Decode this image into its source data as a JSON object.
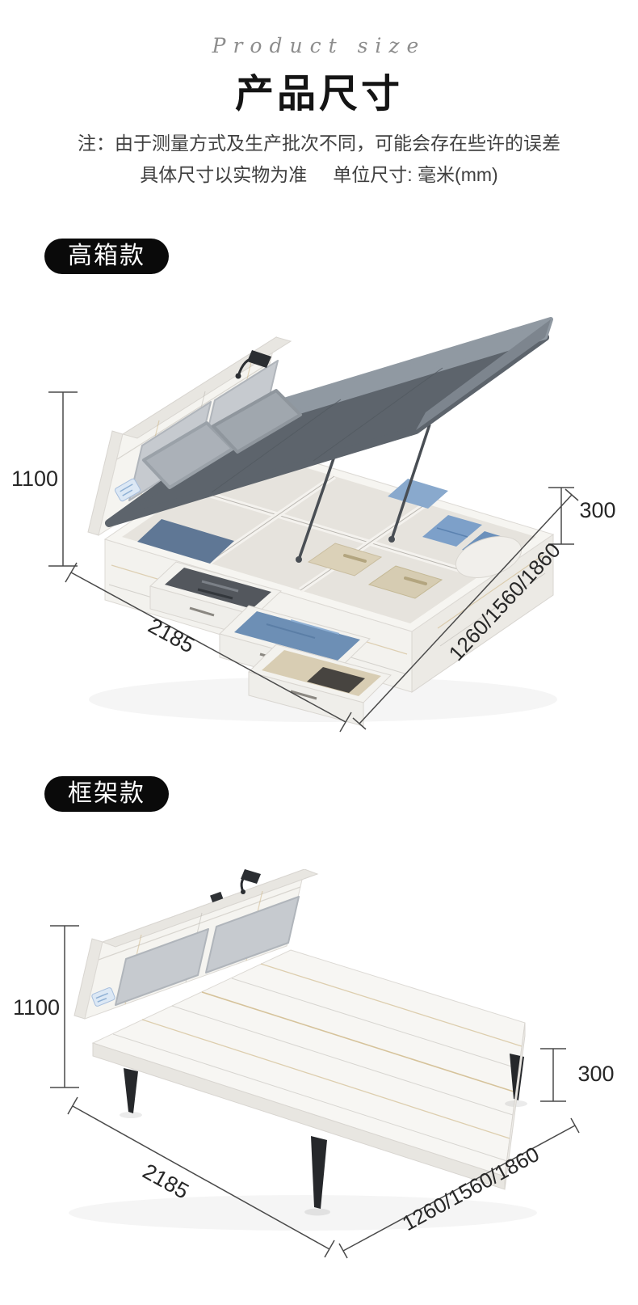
{
  "header": {
    "script_title": "Product size",
    "title": "产品尺寸",
    "note1": "注：由于测量方式及生产批次不同，可能会存在些许的误差",
    "note2a": "具体尺寸以实物为准",
    "note2b": "单位尺寸: 毫米(mm)"
  },
  "sections": [
    {
      "badge": "高箱款",
      "height": "1100",
      "side": "300",
      "length": "2185",
      "widths": "1260/1560/1860"
    },
    {
      "badge": "框架款",
      "height": "1100",
      "side": "300",
      "length": "2185",
      "widths": "1260/1560/1860"
    }
  ],
  "colors": {
    "accent_black": "#0a0a0a",
    "wood_white": "#f5f4f0",
    "gold_streak": "#c9ae77",
    "mattress_gray": "#5d646c",
    "cushion_gray": "#c6cacf"
  }
}
